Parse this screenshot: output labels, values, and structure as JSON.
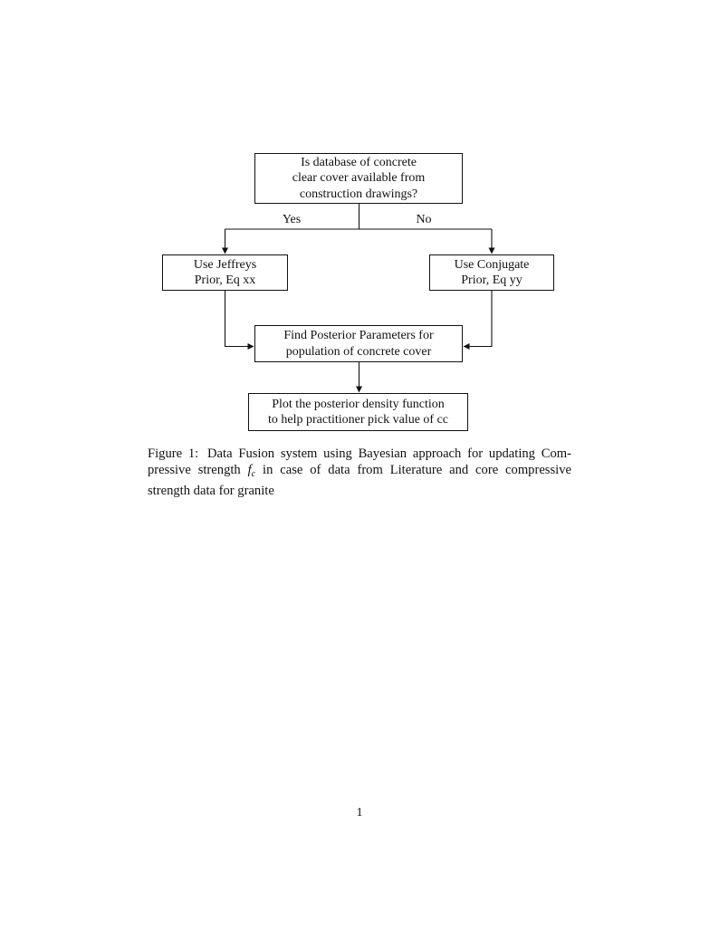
{
  "page": {
    "number": "1",
    "background_color": "#ffffff",
    "text_color": "#111111"
  },
  "flowchart": {
    "nodes": {
      "question": {
        "lines": [
          "Is database of concrete",
          "clear cover available from",
          "construction drawings?"
        ]
      },
      "jeffreys": {
        "lines": [
          "Use Jeffreys",
          "Prior, Eq xx"
        ]
      },
      "conjugate": {
        "lines": [
          "Use Conjugate",
          "Prior, Eq yy"
        ]
      },
      "posterior": {
        "lines": [
          "Find Posterior Parameters for",
          "population of concrete cover"
        ]
      },
      "plot": {
        "lines": [
          "Plot the posterior density function",
          "to help practitioner pick value of cc"
        ]
      }
    },
    "edge_labels": {
      "yes": "Yes",
      "no": "No"
    }
  },
  "caption": {
    "line1_prefix": "Figure 1:",
    "line1_rest": "Data Fusion system using Bayesian approach for updating Com-",
    "line2_before_symbol": "pressive strength",
    "symbol": "f",
    "symbol_subscript": "c",
    "line2_after_symbol": "in case of data from Literature and core compressive",
    "line3": "strength data for granite"
  }
}
